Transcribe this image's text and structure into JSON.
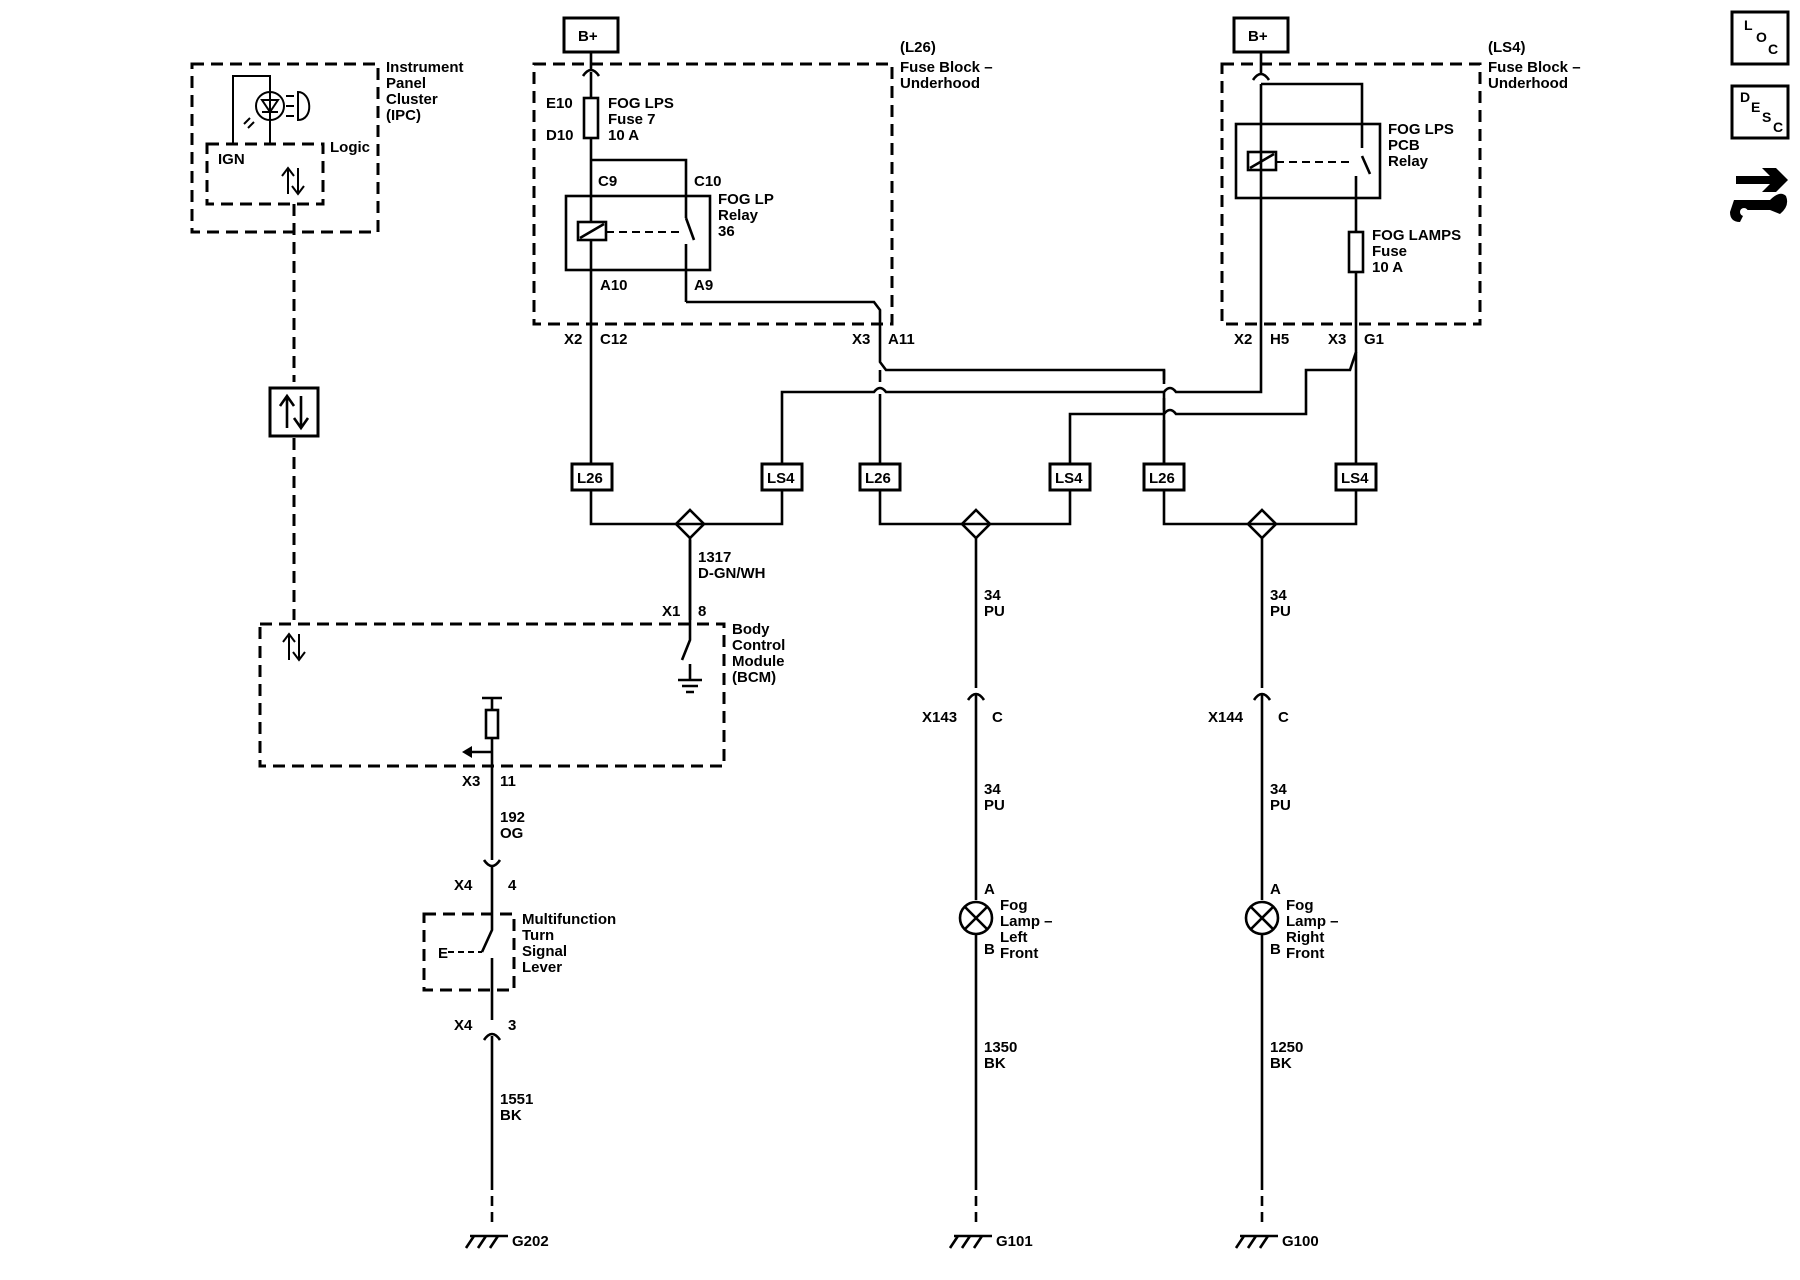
{
  "battery": {
    "left": "B+",
    "right": "B+"
  },
  "ipc": {
    "title": [
      "Instrument",
      "Panel",
      "Cluster",
      "(IPC)"
    ],
    "ign": "IGN",
    "logic": "Logic"
  },
  "fuse_block_left": {
    "id": "(L26)",
    "title": [
      "Fuse Block –",
      "Underhood"
    ],
    "e10": "E10",
    "d10": "D10",
    "fuse": [
      "FOG LPS",
      "Fuse 7",
      "10 A"
    ],
    "c9": "C9",
    "c10": "C10",
    "relay": [
      "FOG LP",
      "Relay",
      "36"
    ],
    "a10": "A10",
    "a9": "A9",
    "x2": "X2",
    "c12": "C12",
    "x3": "X3",
    "a11": "A11"
  },
  "fuse_block_right": {
    "id": "(LS4)",
    "title": [
      "Fuse Block –",
      "Underhood"
    ],
    "relay": [
      "FOG LPS",
      "PCB",
      "Relay"
    ],
    "fuse": [
      "FOG LAMPS",
      "Fuse",
      "10 A"
    ],
    "x2": "X2",
    "h5": "H5",
    "x3": "X3",
    "g1": "G1"
  },
  "options": [
    "L26",
    "LS4",
    "L26",
    "LS4",
    "L26",
    "LS4"
  ],
  "splices": {
    "left_wire": [
      "1317",
      "D-GN/WH"
    ],
    "mid_wire": [
      "34",
      "PU"
    ],
    "right_wire": [
      "34",
      "PU"
    ]
  },
  "bcm": {
    "title": [
      "Body",
      "Control",
      "Module",
      "(BCM)"
    ],
    "x1": "X1",
    "pin8": "8",
    "x3": "X3",
    "pin11": "11"
  },
  "turn_signal": {
    "wire_top": [
      "192",
      "OG"
    ],
    "x4_top": "X4",
    "pin4": "4",
    "switch": [
      "Multifunction",
      "Turn",
      "Signal",
      "Lever"
    ],
    "x4_bot": "X4",
    "pin3": "3",
    "wire_bot": [
      "1551",
      "BK"
    ],
    "ground": "G202"
  },
  "left_lamp": {
    "conn": "X143",
    "conn_pin": "C",
    "wire": [
      "34",
      "PU"
    ],
    "pin_a": "A",
    "pin_b": "B",
    "label": [
      "Fog",
      "Lamp –",
      "Left",
      "Front"
    ],
    "wire_bot": [
      "1350",
      "BK"
    ],
    "ground": "G101"
  },
  "right_lamp": {
    "conn": "X144",
    "conn_pin": "C",
    "wire": [
      "34",
      "PU"
    ],
    "pin_a": "A",
    "pin_b": "B",
    "label": [
      "Fog",
      "Lamp –",
      "Right",
      "Front"
    ],
    "wire_bot": [
      "1250",
      "BK"
    ],
    "ground": "G100"
  },
  "nav_icons": {
    "loc": [
      "L",
      "O",
      "C"
    ],
    "desc": [
      "D",
      "E",
      "S",
      "C"
    ],
    "tool": "wrench-icon"
  }
}
